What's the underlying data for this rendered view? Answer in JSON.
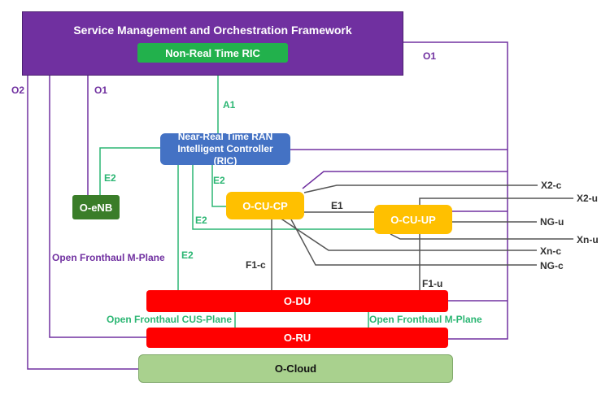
{
  "nodes": {
    "smo": "Service Management and Orchestration Framework",
    "non_rt_ric": "Non-Real Time RIC",
    "near_rt_ric": "Near-Real Time RAN Intelligent Controller (RIC)",
    "o_enb": "O-eNB",
    "o_cu_cp": "O-CU-CP",
    "o_cu_up": "O-CU-UP",
    "o_du": "O-DU",
    "o_ru": "O-RU",
    "o_cloud": "O-Cloud"
  },
  "interfaces": {
    "o1_right": "O1",
    "o1_left": "O1",
    "o2": "O2",
    "a1": "A1",
    "e2_enb": "E2",
    "e2_cucp": "E2",
    "e2_cuup": "E2",
    "e2_du": "E2",
    "e1": "E1",
    "f1_c": "F1-c",
    "f1_u": "F1-u",
    "x2_c": "X2-c",
    "x2_u": "X2-u",
    "ng_u": "NG-u",
    "xn_u": "Xn-u",
    "xn_c": "Xn-c",
    "ng_c": "NG-c",
    "fh_m_left": "Open Fronthaul M-Plane",
    "fh_cus": "Open Fronthaul CUS-Plane",
    "fh_m_right": "Open Fronthaul M-Plane"
  },
  "colors": {
    "smo": "#7030a0",
    "non_rt_ric": "#22b14c",
    "near_rt_ric": "#4472c4",
    "o_enb": "#3a7d29",
    "o_cu": "#ffc000",
    "o_du_ru": "#ff0000",
    "o_cloud": "#a9d18e",
    "o_interface": "#7030a0",
    "e_interface": "#2bb673",
    "transport": "#555555"
  }
}
